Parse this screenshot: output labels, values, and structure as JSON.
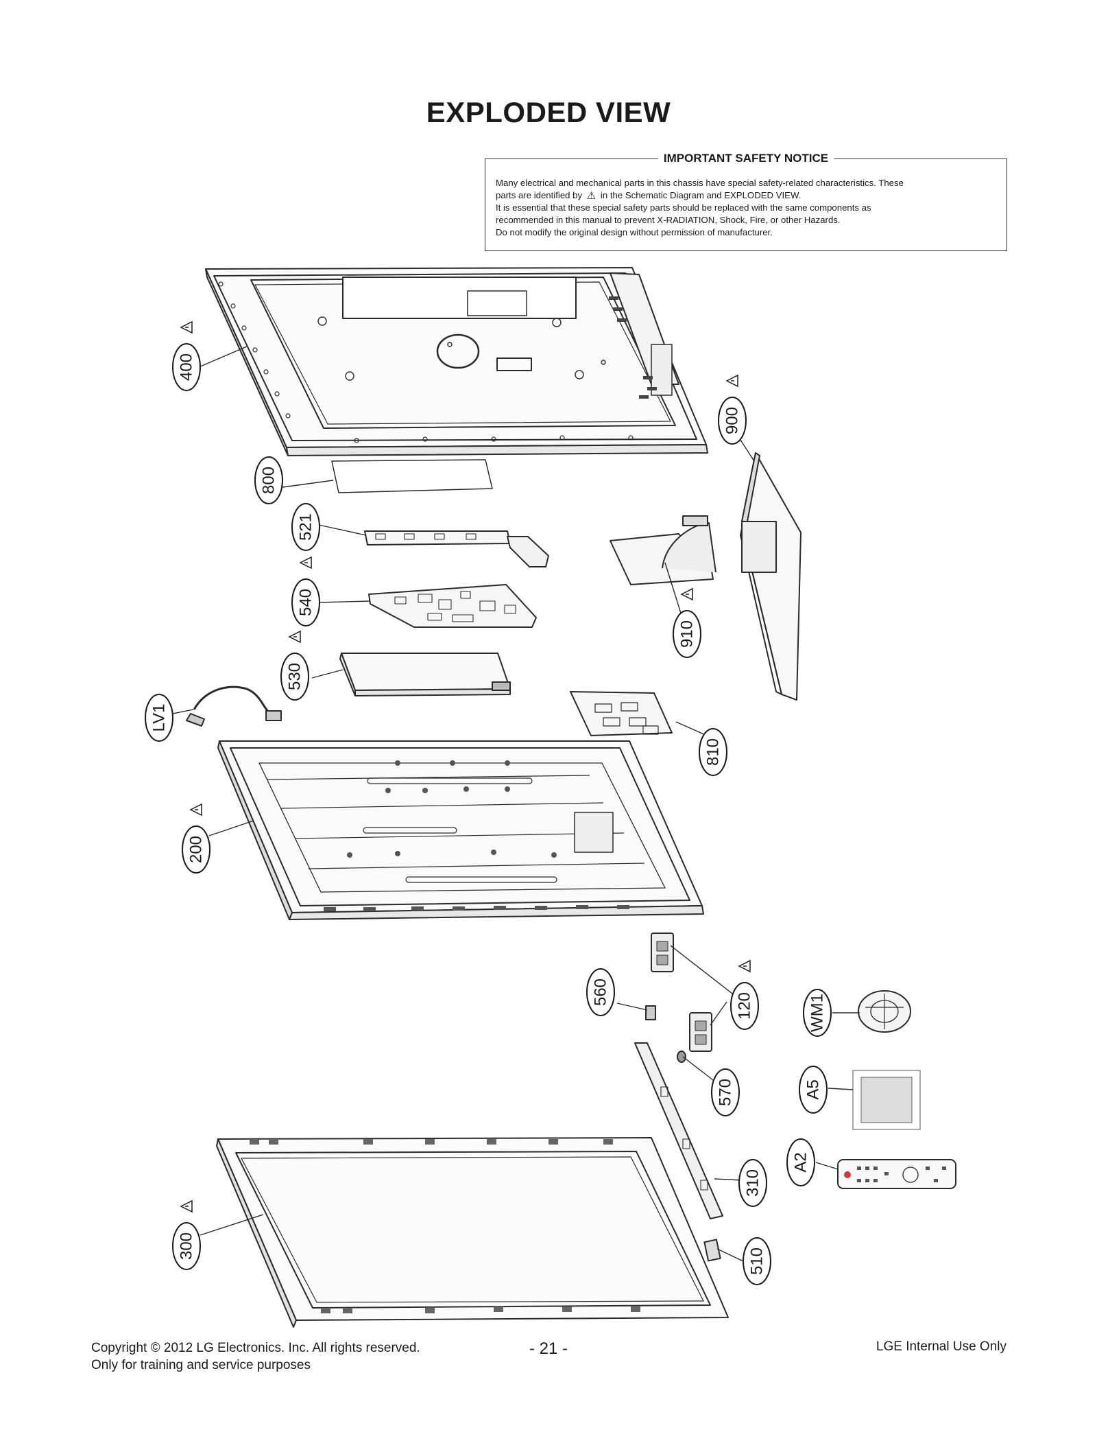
{
  "title": "EXPLODED VIEW",
  "notice": {
    "title": "IMPORTANT SAFETY NOTICE",
    "line1": "Many electrical and mechanical parts in this chassis have special safety-related characteristics. These",
    "line2_pre": "parts are identified by",
    "line2_post": "in the Schematic Diagram and EXPLODED VIEW.",
    "line3": "It is essential that these special safety parts should be replaced with the same components as",
    "line4": "recommended in this manual to prevent X-RADIATION, Shock, Fire, or other Hazards.",
    "line5": "Do not modify the original design without permission of manufacturer."
  },
  "callouts": [
    {
      "label": "400",
      "safety": true
    },
    {
      "label": "900",
      "safety": true
    },
    {
      "label": "800",
      "safety": false
    },
    {
      "label": "521",
      "safety": false
    },
    {
      "label": "540",
      "safety": true
    },
    {
      "label": "910",
      "safety": true
    },
    {
      "label": "530",
      "safety": true
    },
    {
      "label": "LV1",
      "safety": false
    },
    {
      "label": "810",
      "safety": false
    },
    {
      "label": "200",
      "safety": true
    },
    {
      "label": "560",
      "safety": false
    },
    {
      "label": "120",
      "safety": true
    },
    {
      "label": "WM1",
      "safety": false
    },
    {
      "label": "570",
      "safety": false
    },
    {
      "label": "A5",
      "safety": false
    },
    {
      "label": "310",
      "safety": false
    },
    {
      "label": "A2",
      "safety": false
    },
    {
      "label": "300",
      "safety": true
    },
    {
      "label": "510",
      "safety": false
    }
  ],
  "footer": {
    "copyright": "Copyright © 2012 LG Electronics. Inc. All rights reserved.",
    "purpose": "Only for training and service purposes",
    "page": "- 21 -",
    "internal": "LGE Internal Use Only"
  }
}
